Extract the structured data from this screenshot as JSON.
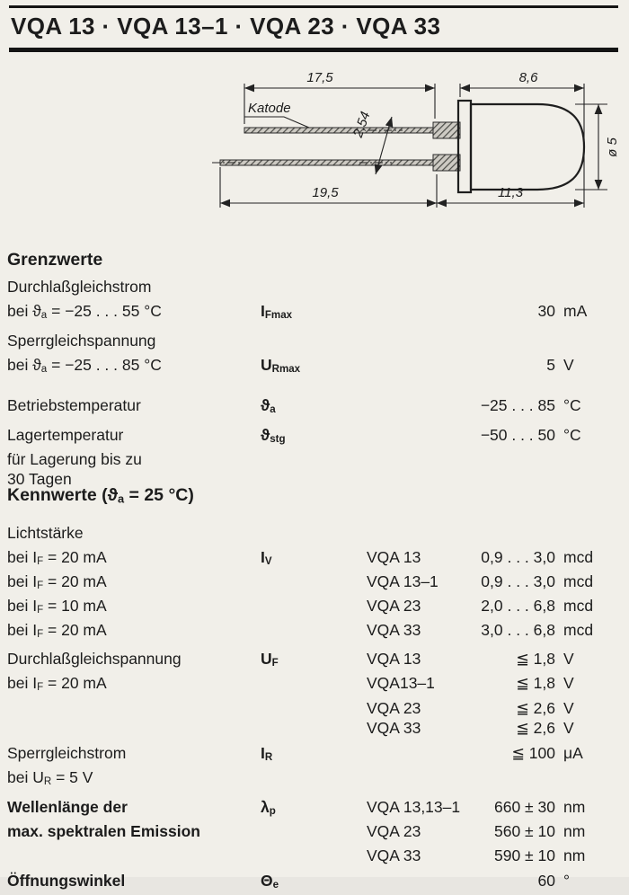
{
  "colors": {
    "ink": "#1c1c1c",
    "paper": "#f1efe9"
  },
  "header": {
    "title": "VQA 13 · VQA 13–1 · VQA 23 · VQA 33"
  },
  "drawing": {
    "katode_label": "Katode",
    "dim_lead_top": "17,5",
    "dim_body": "8,6",
    "dim_pitch": "2,54",
    "dim_lead_bottom": "19,5",
    "dim_body_total": "11,3",
    "dim_diameter": "ø 5"
  },
  "grenzwerte": {
    "heading": "Grenzwerte",
    "lines": [
      {
        "pre": "Durchlaßgleichstrom"
      },
      {
        "pre": "bei ϑ",
        "sub": "a",
        "post": " = −25 . . . 55 °C",
        "sym": "I",
        "symsub": "Fmax",
        "num": "30",
        "unit": "mA"
      },
      {
        "pre": "Sperrgleichspannung"
      },
      {
        "pre": "bei ϑ",
        "sub": "a",
        "post": " = −25 . . . 85 °C",
        "sym": "U",
        "symsub": "Rmax",
        "num": "5",
        "unit": "V"
      },
      {
        "pre": "Betriebstemperatur",
        "sym": "ϑ",
        "symsub": "a",
        "num": "−25 . . . 85",
        "unit": "°C"
      },
      {
        "pre": "Lagertemperatur",
        "sym": "ϑ",
        "symsub": "stg",
        "num": "−50 . . . 50",
        "unit": "°C"
      },
      {
        "pre": "für Lagerung bis zu"
      },
      {
        "pre": "30 Tagen"
      }
    ]
  },
  "kennwerte": {
    "heading_pre": "Kennwerte (ϑ",
    "heading_sub": "a",
    "heading_post": " = 25 °C)",
    "lines": [
      {
        "pre": "Lichtstärke"
      },
      {
        "pre": "bei I",
        "sub": "F",
        "post": " = 20 mA",
        "sym": "I",
        "symsub": "V",
        "type": "VQA 13",
        "num": "0,9 . . . 3,0",
        "unit": "mcd"
      },
      {
        "pre": "bei I",
        "sub": "F",
        "post": " = 20 mA",
        "type": "VQA 13–1",
        "num": "0,9 . . . 3,0",
        "unit": "mcd"
      },
      {
        "pre": "bei I",
        "sub": "F",
        "post": " = 10 mA",
        "type": "VQA 23",
        "num": "2,0 . . . 6,8",
        "unit": "mcd"
      },
      {
        "pre": "bei I",
        "sub": "F",
        "post": " = 20 mA",
        "type": "VQA 33",
        "num": "3,0 . . . 6,8",
        "unit": "mcd"
      },
      {
        "pre": "Durchlaßgleichspannung",
        "sym": "U",
        "symsub": "F",
        "type": "VQA 13",
        "num": "≦ 1,8",
        "unit": "V"
      },
      {
        "pre": "bei I",
        "sub": "F",
        "post": " = 20 mA",
        "type": "VQA13–1",
        "num": "≦ 1,8",
        "unit": "V"
      },
      {
        "type": "VQA 23",
        "num": "≦ 2,6",
        "unit": "V"
      },
      {
        "type": "VQA 33",
        "num": "≦ 2,6",
        "unit": "V"
      },
      {
        "pre": "Sperrgleichstrom",
        "sym": "I",
        "symsub": "R",
        "num": "≦ 100",
        "unit": "μA"
      },
      {
        "pre": "bei U",
        "sub": "R",
        "post": " = 5 V"
      },
      {
        "pre": "Wellenlänge der",
        "sym": "λ",
        "symsub": "p",
        "type": "VQA 13,13–1",
        "num": "660 ± 30",
        "unit": "nm"
      },
      {
        "pre": "max. spektralen Emission",
        "type": "VQA 23",
        "num": "560 ± 10",
        "unit": "nm"
      },
      {
        "type": "VQA 33",
        "num": "590 ± 10",
        "unit": "nm"
      },
      {
        "pre": "Öffnungswinkel",
        "sym": "Θ",
        "symsub": "e",
        "num": "60",
        "unit": "°"
      }
    ]
  }
}
